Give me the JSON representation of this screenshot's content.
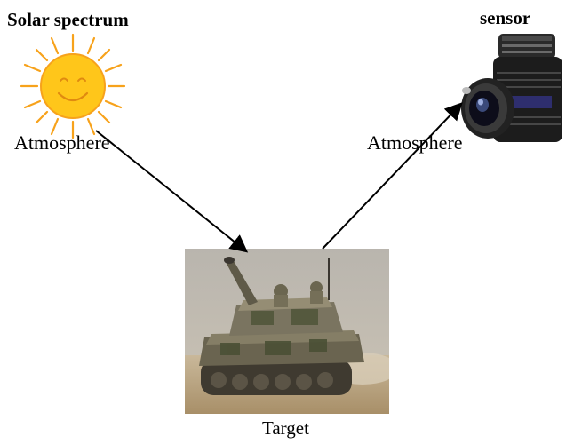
{
  "labels": {
    "solar_spectrum": "Solar spectrum",
    "sensor": "sensor",
    "atmosphere_left": "Atmosphere",
    "atmosphere_right": "Atmosphere",
    "target": "Target"
  },
  "icons": {
    "sun": "sun-icon",
    "sensor": "camera-lens-icon",
    "target": "tank-image"
  },
  "colors": {
    "sun_fill": "#ffc61a",
    "sun_rays": "#f7a21b",
    "arrow": "#000000"
  }
}
